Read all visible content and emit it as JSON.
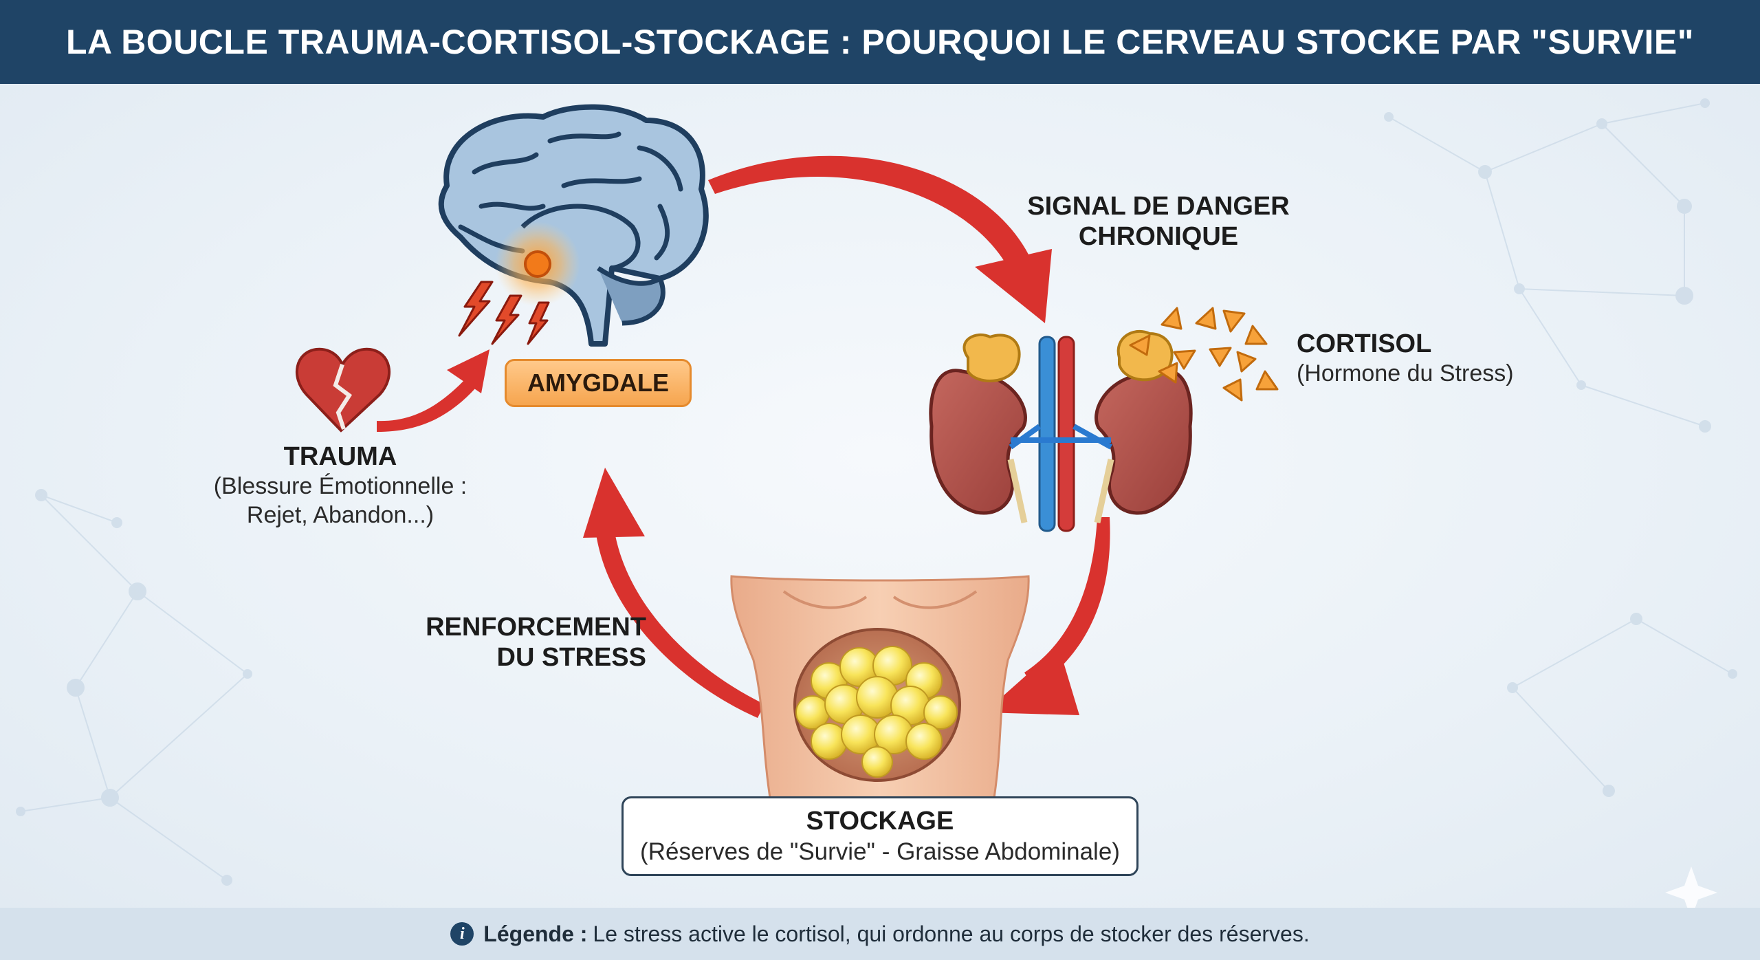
{
  "title": "LA BOUCLE TRAUMA-CORTISOL-STOCKAGE : POURQUOI LE CERVEAU STOCKE PAR \"SURVIE\"",
  "nodes": {
    "amygdale": {
      "label": "AMYGDALE"
    },
    "trauma": {
      "title": "TRAUMA",
      "line1": "(Blessure Émotionnelle :",
      "line2": "Rejet, Abandon...)"
    },
    "signal": {
      "line1": "SIGNAL DE DANGER",
      "line2": "CHRONIQUE"
    },
    "cortisol": {
      "title": "CORTISOL",
      "subtitle": "(Hormone du Stress)"
    },
    "renforcement": {
      "line1": "RENFORCEMENT",
      "line2": "DU STRESS"
    },
    "stockage": {
      "title": "STOCKAGE",
      "subtitle": "(Réserves de \"Survie\" - Graisse Abdominale)"
    }
  },
  "legend": {
    "label": "Légende :",
    "text": "Le stress active le cortisol, qui ordonne au corps de stocker des réserves."
  },
  "icons": [
    "broken-heart-icon",
    "brain-icon",
    "kidneys-icon",
    "torso-fat-icon",
    "info-icon",
    "sparkle-icon"
  ],
  "colors": {
    "header": "#1f4466",
    "arrow": "#d9322e",
    "amygdale": "#f6a54f",
    "cortisol": "#f7a23a",
    "fat": "#f7e35a"
  }
}
